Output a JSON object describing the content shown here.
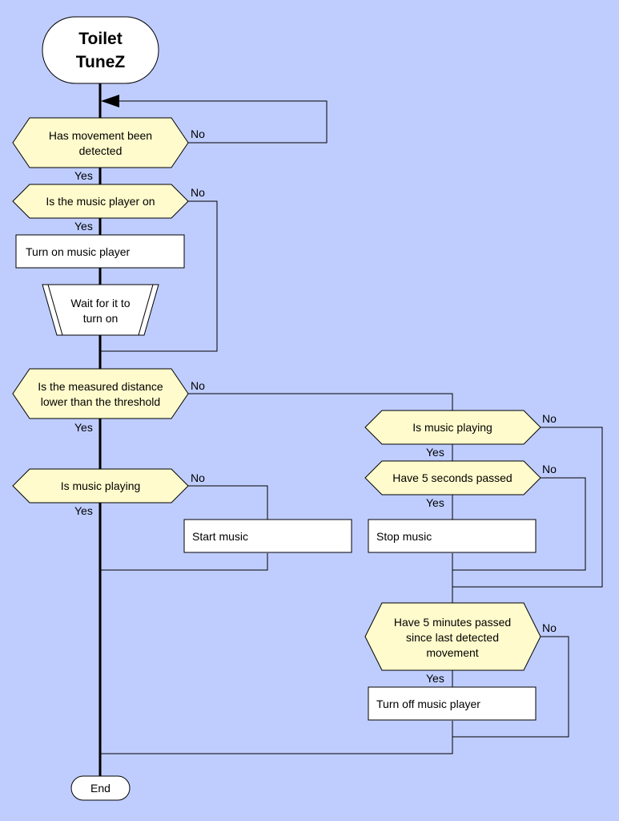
{
  "title": [
    "Toilet",
    "TuneZ"
  ],
  "end": "End",
  "decisions": {
    "movement": [
      "Has movement been",
      "detected"
    ],
    "player_on": [
      "Is the music player on"
    ],
    "distance": [
      "Is the measured distance",
      "lower than the threshold"
    ],
    "playing_left": [
      "Is music playing"
    ],
    "playing_right": [
      "Is music playing"
    ],
    "five_seconds": [
      "Have 5 seconds passed"
    ],
    "five_minutes": [
      "Have 5 minutes passed",
      "since last detected",
      "movement"
    ]
  },
  "processes": {
    "turn_on_player": "Turn on music player",
    "wait": [
      "Wait for it to",
      "turn on"
    ],
    "start_music": "Start music",
    "stop_music": "Stop music",
    "turn_off_player": "Turn off music player"
  },
  "labels": {
    "yes": "Yes",
    "no": "No"
  }
}
